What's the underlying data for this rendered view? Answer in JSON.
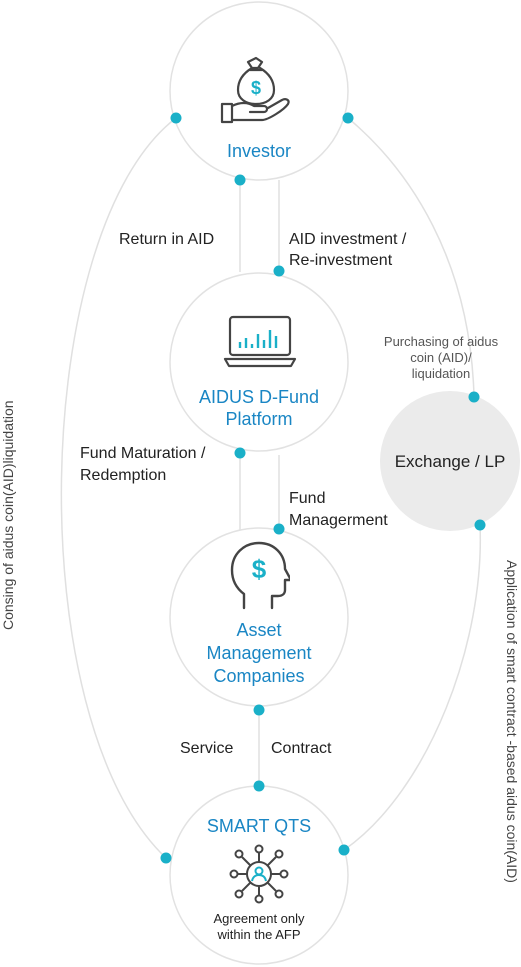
{
  "nodes": {
    "investor": {
      "label": "Investor"
    },
    "platform": {
      "label_line1": "AIDUS D-Fund",
      "label_line2": "Platform"
    },
    "asset": {
      "label_line1": "Asset",
      "label_line2": "Management",
      "label_line3": "Companies"
    },
    "qts": {
      "label": "SMART QTS",
      "sublabel_line1": "Agreement only",
      "sublabel_line2": "within the AFP"
    },
    "exchange": {
      "label": "Exchange / LP"
    }
  },
  "edges": {
    "return_aid": "Return in AID",
    "aid_investment_line1": "AID investment /",
    "aid_investment_line2": "Re-investment",
    "fund_maturation_line1": "Fund Maturation /",
    "fund_maturation_line2": "Redemption",
    "fund_management_line1": "Fund",
    "fund_management_line2": "Managerment",
    "service": "Service",
    "contract": "Contract",
    "purchasing_line1": "Purchasing of aidus",
    "purchasing_line2": "coin (AID)/",
    "purchasing_line3": "liquidation",
    "left_vertical": "Consing of aidus coin(AID)liquidation",
    "right_vertical": "Application of smart contract -based aidus coin(AID)"
  },
  "colors": {
    "accent": "#1ab0c8",
    "label_blue": "#1a86c4",
    "circle_stroke": "#e2e2e2",
    "exchange_fill": "#ebebeb"
  },
  "icons": {
    "investor": "hand-money-bag-icon",
    "platform": "laptop-chart-icon",
    "asset": "head-dollar-icon",
    "qts": "network-user-icon"
  }
}
